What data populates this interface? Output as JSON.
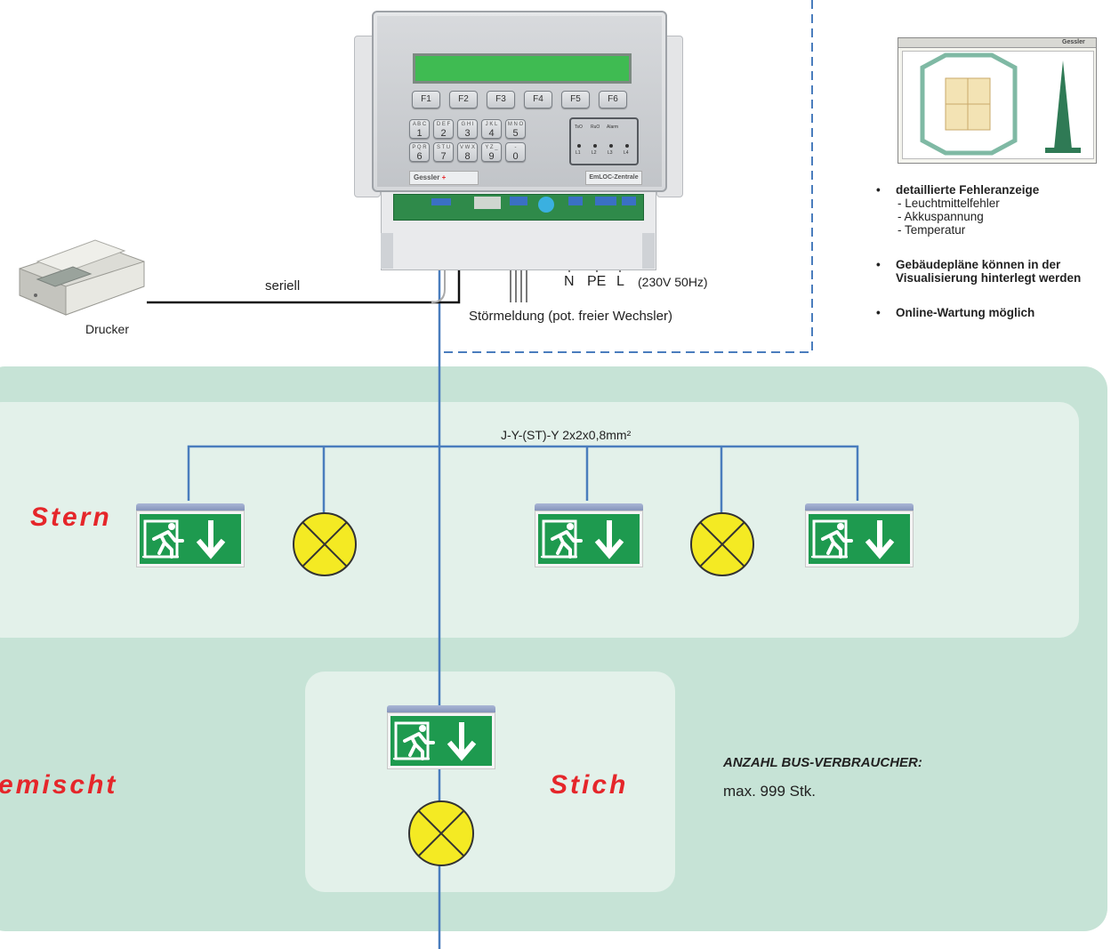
{
  "labels": {
    "seriell": "seriell",
    "drucker": "Drucker",
    "stoermeldung": "Störmeldung (pot. freier Wechsler)",
    "terminal_n": "N",
    "terminal_pe": "PE",
    "terminal_l": "L",
    "voltage": "(230V 50Hz)",
    "cable_spec": "J-Y-(ST)-Y 2x2x0,8mm²"
  },
  "topologies": {
    "stern": "Stern",
    "gemischt": "emischt",
    "stich": "Stich"
  },
  "bus_info": {
    "heading": "ANZAHL BUS-VERBRAUCHER:",
    "value": "max. 999 Stk."
  },
  "features": [
    {
      "title": "detaillierte Fehleranzeige",
      "items": [
        "- Leuchtmittelfehler",
        "- Akkuspannung",
        "- Temperatur"
      ]
    },
    {
      "title": "Gebäudepläne können in der Visualisierung hinterlegt werden",
      "items": []
    },
    {
      "title": "Online-Wartung möglich",
      "items": []
    }
  ],
  "controller": {
    "brand": "Gessler",
    "model": "EmLOC-Zentrale",
    "function_keys": [
      "F1",
      "F2",
      "F3",
      "F4",
      "F5",
      "F6"
    ],
    "keypad": [
      {
        "small": "A B C",
        "big": "1"
      },
      {
        "small": "D E F",
        "big": "2"
      },
      {
        "small": "G H I",
        "big": "3"
      },
      {
        "small": "J K L",
        "big": "4"
      },
      {
        "small": "M N O",
        "big": "5"
      },
      {
        "small": "P Q R",
        "big": "6"
      },
      {
        "small": "S T U",
        "big": "7"
      },
      {
        "small": "V W X",
        "big": "8"
      },
      {
        "small": "Y Z _",
        "big": "9"
      },
      {
        "small": "-",
        "big": "0"
      }
    ],
    "status_labels": [
      "TsO",
      "RuO",
      "Alarm"
    ],
    "led_labels": [
      "L1",
      "L2",
      "L3",
      "L4"
    ]
  },
  "screenshot": {
    "brand": "Gessler"
  },
  "colors": {
    "bus_line": "#4a7dbd",
    "panel_outer": "#c6e3d6",
    "panel_inner": "#e3f1ea",
    "topology_label": "#e5262a",
    "exit_sign_green": "#1e9a4f",
    "lamp_yellow": "#f4ea23"
  }
}
